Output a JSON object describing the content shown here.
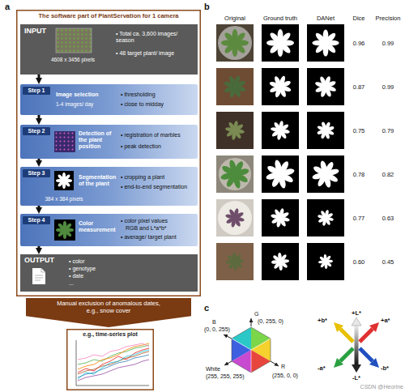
{
  "diagram": {
    "nodes": [
      {
        "text": [
          "The software part of PlantServation for 1 camera"
        ]
      },
      {
        "text": [
          "INPUT",
          "4608 x 3456 pixels",
          "• Total ca. 3,600 images/ season",
          "• 48 target plant/ image"
        ],
        "in": 0
      },
      {
        "text": [
          "Step 1",
          "Image selection",
          "1-4 images/ day",
          "• thresholding",
          "• close to midday"
        ],
        "in": 0
      },
      {
        "text": [
          "Step 2",
          "Detection of the plant position",
          "• registration of marbles",
          "• peak detection"
        ],
        "in": 0
      },
      {
        "text": [
          "Step 3",
          "Segmentation of the plant",
          "384 x 384 pixels",
          "• cropping a plant",
          "• end-to-end segmentation"
        ],
        "in": 0
      },
      {
        "text": [
          "Step 4",
          "Color measurement",
          "• color pixel values",
          "RGB and L*a*b*",
          "• average/ target plant"
        ],
        "in": 0
      },
      {
        "text": [
          "OUTPUT",
          "• color",
          "• genotype",
          "• date",
          "..."
        ],
        "in": 0
      },
      {
        "text": [
          "Manual exclusion of anomalous dates, e.g., snow cover"
        ]
      },
      {
        "text": [
          "e.g., time-series plot"
        ]
      }
    ],
    "edges": [
      {
        "from": 1,
        "to": 2,
        "arrow": "to"
      },
      {
        "from": 2,
        "to": 3,
        "arrow": "to"
      },
      {
        "from": 3,
        "to": 4,
        "arrow": "to"
      },
      {
        "from": 4,
        "to": 5,
        "arrow": "to"
      },
      {
        "from": 5,
        "to": 6,
        "arrow": "to"
      }
    ],
    "labels": [
      "a",
      "b",
      "c",
      "Original",
      "Ground truth",
      "DANet",
      "Dice",
      "Precision",
      "0.96",
      "0.99",
      "0.87",
      "0.99",
      "0.75",
      "0.79",
      "0.78",
      "0.82",
      "0.77",
      "0.63",
      "0.60",
      "0.45",
      "G",
      "(0, 255, 0)",
      "B",
      "(0, 0, 255)",
      "White",
      "(255, 255, 255)",
      "R",
      "(255, 0, 0)",
      "+L*",
      "+b*",
      "+a*",
      "-a*",
      "-b*",
      "-L*",
      "CSDN @Heorine"
    ]
  }
}
